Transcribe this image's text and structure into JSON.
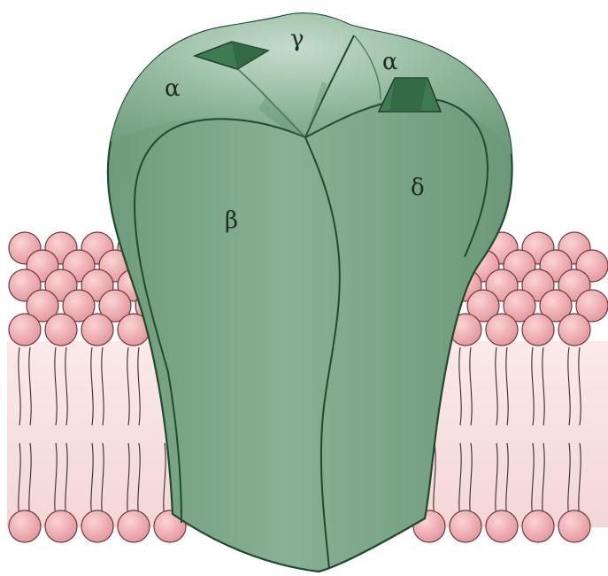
{
  "labels": {
    "alpha_left": "α",
    "gamma": "γ",
    "alpha_right": "α",
    "beta": "β",
    "delta": "δ"
  },
  "colors": {
    "receptor_fill": "#7fa98c",
    "receptor_light": "#a8c9b1",
    "receptor_outline": "#1f4a30",
    "binding_site": "#3f7a52",
    "lipid_head": "#eba3a8",
    "lipid_head_outline": "#6e3a3c",
    "lipid_tail_area": "#f8e1e1"
  },
  "icons": {
    "binding_site_left": "diamond-shape",
    "binding_site_right": "trapezoid-shape"
  }
}
